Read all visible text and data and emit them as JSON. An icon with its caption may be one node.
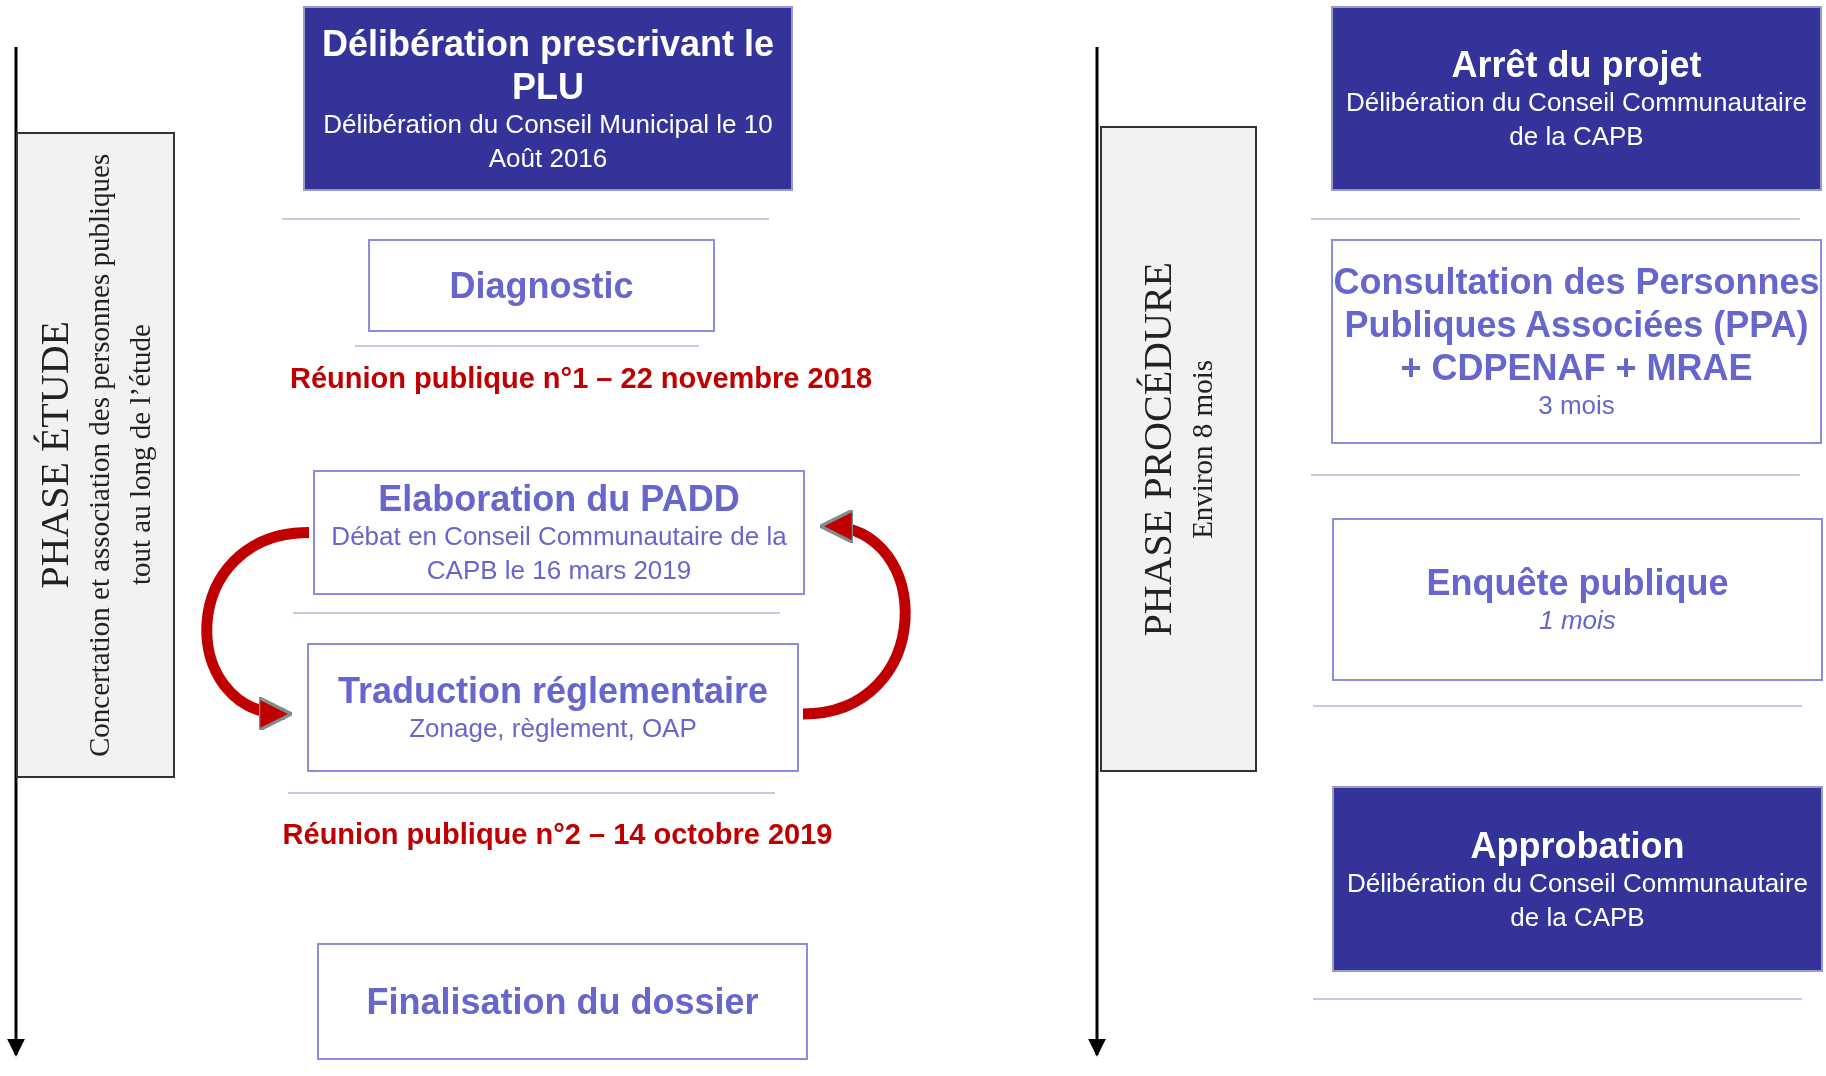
{
  "diagram": {
    "nodes": [
      {
        "text": [
          "PHASE ÉTUDE",
          "Concertation et association des personnes publiques tout au long de l’étude"
        ]
      },
      {
        "text": [
          "Délibération prescrivant le PLU",
          "Délibération du Conseil Municipal le 10 Août 2016"
        ]
      },
      {
        "text": [
          "Diagnostic"
        ]
      },
      {
        "text": [
          "Elaboration du PADD",
          "Débat en Conseil Communautaire de la CAPB le 16 mars 2019"
        ]
      },
      {
        "text": [
          "Traduction réglementaire",
          "Zonage, règlement, OAP"
        ]
      },
      {
        "text": [
          "Finalisation du dossier"
        ]
      },
      {
        "text": [
          "PHASE PROCÉDURE",
          "Environ 8 mois"
        ]
      },
      {
        "text": [
          "Arrêt du projet",
          "Délibération du Conseil Communautaire de la CAPB"
        ]
      },
      {
        "text": [
          "Consultation des Personnes Publiques Associées (PPA) + CDPENAF + MRAE",
          "3 mois"
        ]
      },
      {
        "text": [
          "Enquête publique",
          "1 mois"
        ]
      },
      {
        "text": [
          "Approbation",
          "Délibération du Conseil Communautaire de la CAPB"
        ]
      }
    ],
    "edges": [
      {
        "from": 3,
        "to": 4,
        "arrow": "to"
      },
      {
        "from": 4,
        "to": 3,
        "arrow": "to"
      }
    ],
    "labels": [
      "Réunion publique n°1 – 22 novembre 2018",
      "Réunion publique n°2 – 14 octobre 2019"
    ]
  }
}
